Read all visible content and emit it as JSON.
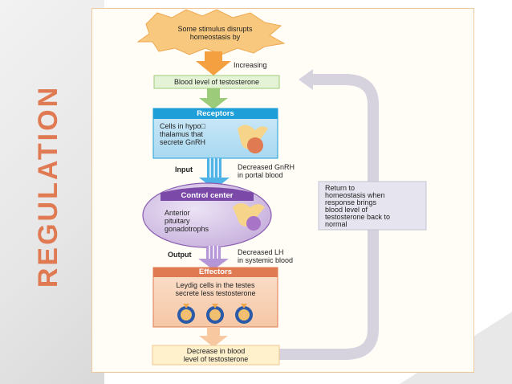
{
  "side_title": "REGULATION",
  "stimulus": [
    "Some stimulus disrupts",
    "homeostasis by"
  ],
  "increasing": "Increasing",
  "controlled_condition": "Blood level of testosterone",
  "receptors": {
    "header": "Receptors",
    "text": [
      "Cells in hypo□",
      "thalamus that",
      "secrete GnRH"
    ]
  },
  "input": {
    "label": "Input",
    "text": [
      "Decreased GnRH",
      "in portal blood"
    ]
  },
  "control_center": {
    "header": "Control center",
    "text": [
      "Anterior",
      "pituitary",
      "gonadotrophs"
    ]
  },
  "output": {
    "label": "Output",
    "text": [
      "Decreased LH",
      "in systemic blood"
    ]
  },
  "effectors": {
    "header": "Effectors",
    "text": [
      "Leydig cells in the testes",
      "secrete less testosterone"
    ]
  },
  "response": [
    "Decrease in blood",
    "level of testosterone"
  ],
  "return_note": [
    "Return to",
    "homeostasis when",
    "response brings",
    "blood level of",
    "testosterone back to",
    "normal"
  ],
  "colors": {
    "accent": "#e07a52",
    "receptors": "#1f9fd8",
    "control_center": "#8a5cb0",
    "effectors": "#e07a52",
    "arrow_feedback": "#d6d3df"
  }
}
